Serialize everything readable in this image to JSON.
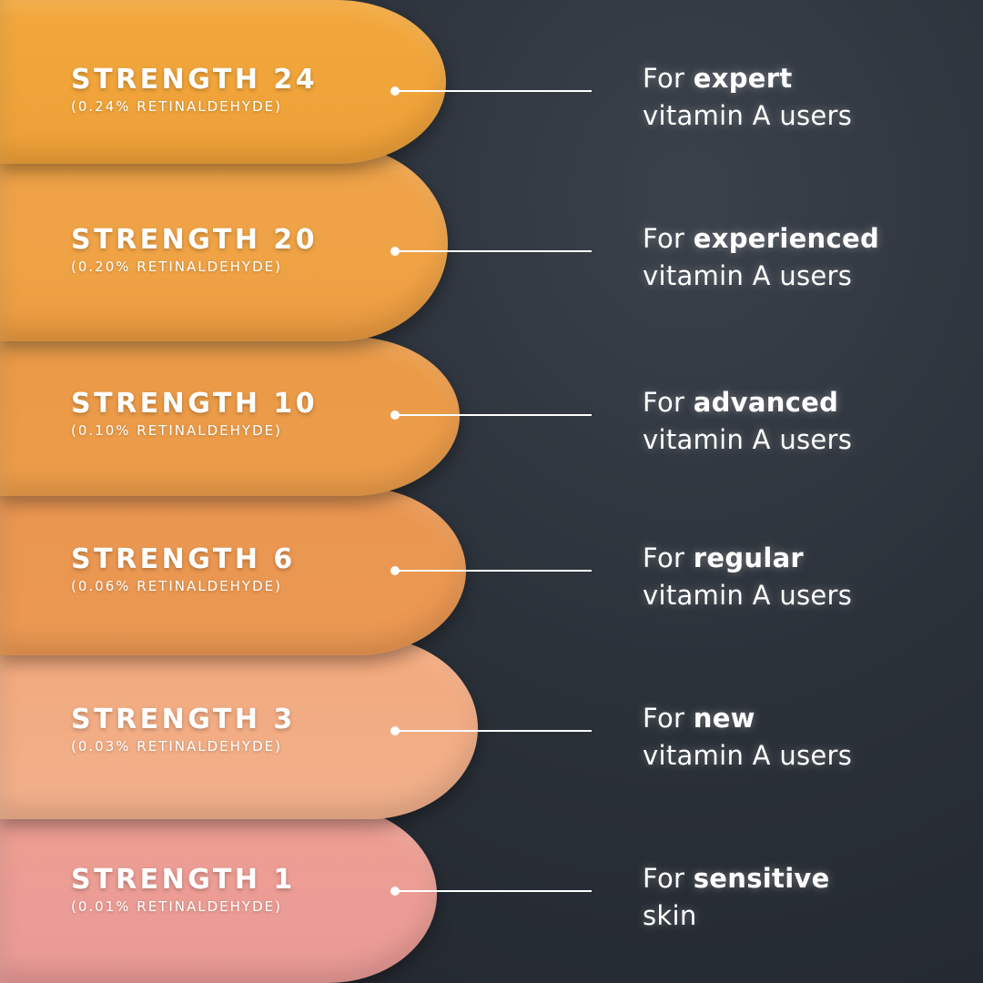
{
  "colors": {
    "background": "#2b3139",
    "strength_24": "#f0a43a",
    "strength_20": "#f0a045",
    "strength_10": "#eb9a48",
    "strength_6": "#ea944f",
    "strength_3": "#f1ad86",
    "strength_1": "#eb9c94"
  },
  "strengths": [
    {
      "title": "STRENGTH 24",
      "concentration": "(0.24% RETINALDEHYDE)",
      "prefix": "For",
      "level": "expert",
      "suffix": "vitamin A users"
    },
    {
      "title": "STRENGTH 20",
      "concentration": "(0.20% RETINALDEHYDE)",
      "prefix": "For",
      "level": "experienced",
      "suffix": "vitamin A users"
    },
    {
      "title": "STRENGTH 10",
      "concentration": "(0.10% RETINALDEHYDE)",
      "prefix": "For",
      "level": "advanced",
      "suffix": "vitamin A users"
    },
    {
      "title": "STRENGTH 6",
      "concentration": "(0.06% RETINALDEHYDE)",
      "prefix": "For",
      "level": "regular",
      "suffix": "vitamin A users"
    },
    {
      "title": "STRENGTH 3",
      "concentration": "(0.03% RETINALDEHYDE)",
      "prefix": "For",
      "level": "new",
      "suffix": "vitamin A users"
    },
    {
      "title": "STRENGTH 1",
      "concentration": "(0.01% RETINALDEHYDE)",
      "prefix": "For",
      "level": "sensitive",
      "suffix": "skin"
    }
  ]
}
